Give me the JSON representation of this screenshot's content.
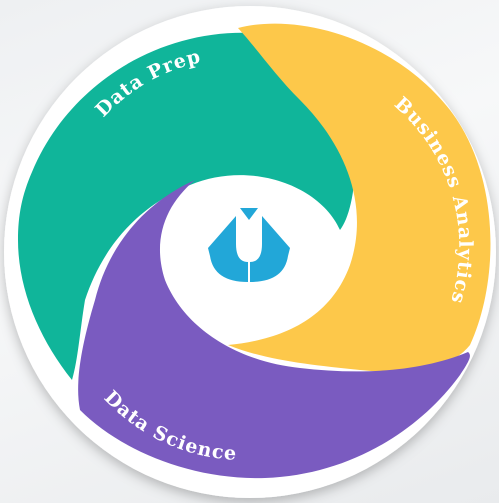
{
  "segments": [
    {
      "id": "data-prep",
      "label": "Data Prep",
      "color": "#10B59A"
    },
    {
      "id": "business-analytics",
      "label": "Business Analytics",
      "color": "#FDC84A"
    },
    {
      "id": "data-science",
      "label": "Data Science",
      "color": "#7A5BC0"
    }
  ],
  "background": "#ffffff",
  "logo": {
    "icon": "dp-logo-icon",
    "color": "#22A7D8"
  }
}
